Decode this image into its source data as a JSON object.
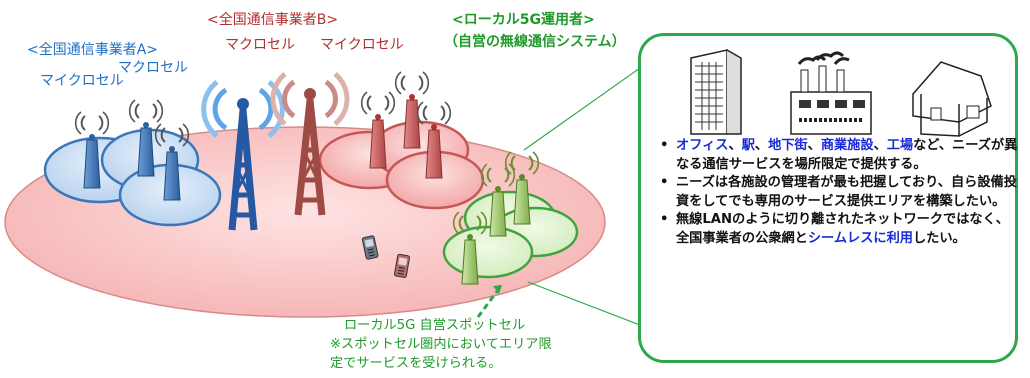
{
  "labels": {
    "carrier_a": "<全国通信事業者A>",
    "carrier_b": "<全国通信事業者B>",
    "local5g_title": "<ローカル5G運用者>",
    "local5g_sub": "（自営の無線通信システム）",
    "micro_a": "マイクロセル",
    "macro_a": "マクロセル",
    "macro_b": "マクロセル",
    "micro_b": "マイクロセル"
  },
  "bullets": [
    {
      "segments": [
        {
          "text": "オフィス",
          "hl": true
        },
        {
          "text": "、",
          "hl": false
        },
        {
          "text": "駅",
          "hl": true
        },
        {
          "text": "、",
          "hl": false
        },
        {
          "text": "地下街",
          "hl": true
        },
        {
          "text": "、",
          "hl": false
        },
        {
          "text": "商業施設",
          "hl": true
        },
        {
          "text": "、",
          "hl": false
        },
        {
          "text": "工場",
          "hl": true
        },
        {
          "text": "など、ニーズが異なる通信サービスを場所限定で提供する。",
          "hl": false
        }
      ]
    },
    {
      "segments": [
        {
          "text": "ニーズは各施設の管理者が最も把握しており、自ら設備投資をしてでも専用のサービス提供エリアを構築したい。",
          "hl": false
        }
      ]
    },
    {
      "segments": [
        {
          "text": "無線LANのように切り離されたネットワークではなく、全国事業者の公衆網と",
          "hl": false
        },
        {
          "text": "シームレスに利用",
          "hl": true
        },
        {
          "text": "したい。",
          "hl": false
        }
      ]
    }
  ],
  "spot": {
    "line1": "ローカル5G 自営スポットセル",
    "line2": "※スポットセル圏内においてエリア限",
    "line3": "定でサービスを受けられる。"
  },
  "icons": [
    "office-building-icon",
    "factory-icon",
    "house-icon",
    "cell-tower-icon",
    "mobile-phone-icon"
  ],
  "colors": {
    "blue": "#1f6fc4",
    "red": "#b0302d",
    "green": "#1f9a2a",
    "highlight": "#1a2bd6",
    "border": "#2ea84a"
  }
}
